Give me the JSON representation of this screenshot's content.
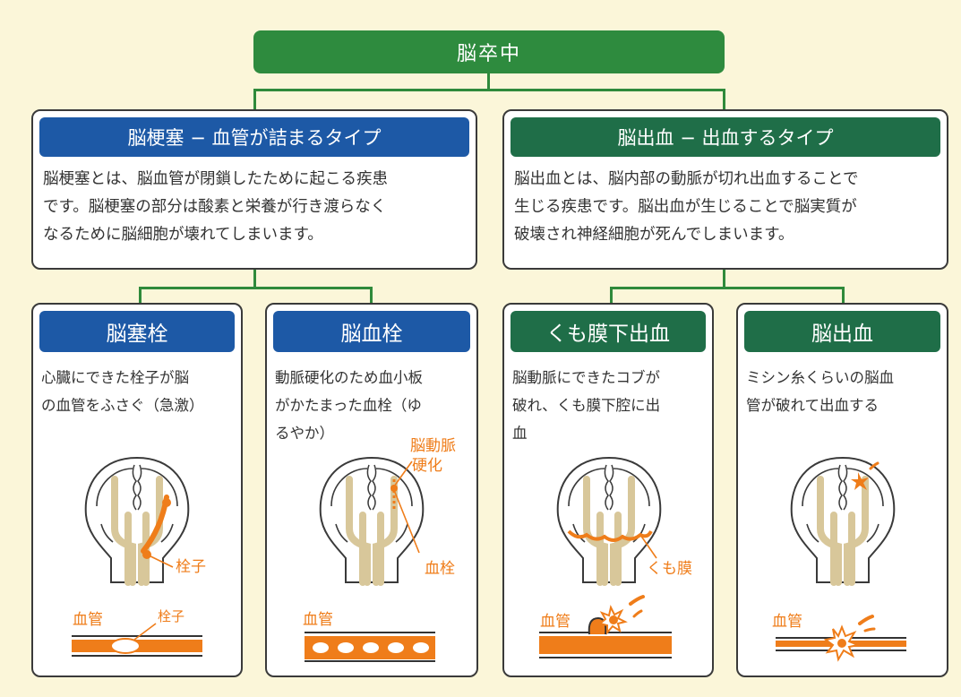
{
  "root": {
    "title": "脳卒中"
  },
  "left": {
    "title": "脳梗塞 − 血管が詰まるタイプ",
    "lines": [
      "脳梗塞とは、脳血管が閉鎖したために起こる疾患",
      "です。脳梗塞の部分は酸素と栄養が行き渡らなく",
      "なるために脳細胞が壊れてしまいます。"
    ]
  },
  "right": {
    "title": "脳出血 − 出血するタイプ",
    "lines": [
      "脳出血とは、脳内部の動脈が切れ出血することで",
      "生じる疾患です。脳出血が生じることで脳実質が",
      "破壊され神経細胞が死んでしまいます。"
    ]
  },
  "cards": [
    {
      "title": "脳塞栓",
      "lines": [
        "心臓にできた栓子が脳",
        "の血管をふさぐ（急激）"
      ],
      "label_brain": "栓子",
      "label_vessel": "血管",
      "label_vessel_extra": "栓子"
    },
    {
      "title": "脳血栓",
      "lines": [
        "動脈硬化のため血小板",
        "がかたまった血栓（ゆ",
        "るやか）"
      ],
      "label_brain_1": "脳動脈",
      "label_brain_2": "硬化",
      "label_brain_3": "血栓",
      "label_vessel": "血管"
    },
    {
      "title": "くも膜下出血",
      "lines": [
        "脳動脈にできたコブが",
        "破れ、くも膜下腔に出",
        "血"
      ],
      "label_brain": "くも膜",
      "label_vessel": "血管"
    },
    {
      "title": "脳出血",
      "lines": [
        "ミシン糸くらいの脳血",
        "管が破れて出血する"
      ],
      "label_vessel": "血管"
    }
  ],
  "colors": {
    "green": "#2e8b3e",
    "blue": "#1d59a6",
    "dark_green": "#1f6e48",
    "orange": "#ef7d1a",
    "vessel_tan": "#d8c79a"
  }
}
